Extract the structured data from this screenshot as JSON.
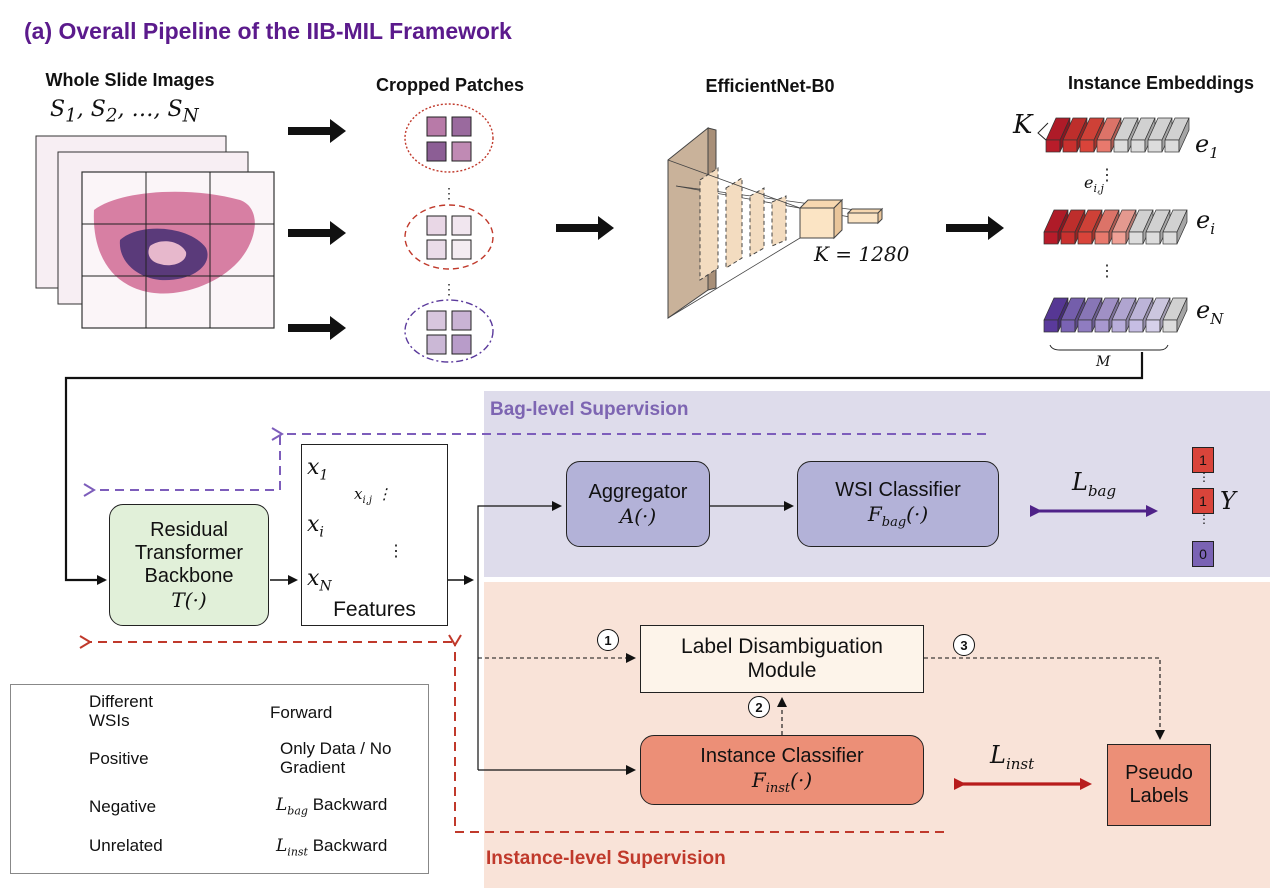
{
  "title": "(a) Overall Pipeline of the IIB-MIL Framework",
  "top_row": {
    "wsi_header": "Whole Slide Images",
    "wsi_math": "S1, S2, …, SN",
    "patches_header": "Cropped Patches",
    "net_header": "EfficientNet-B0",
    "net_k": "K = 1280",
    "emb_header": "Instance Embeddings",
    "emb_k": "K",
    "emb_m": "M",
    "emb_e1": "e1",
    "emb_ei": "ei",
    "emb_eN": "eN",
    "emb_eij": "ei,j"
  },
  "regions": {
    "bag_title": "Bag-level Supervision",
    "inst_title": "Instance-level Supervision"
  },
  "modules": {
    "rtb_line1": "Residual",
    "rtb_line2": "Transformer",
    "rtb_line3": "Backbone",
    "rtb_math": "T(·)",
    "features_label": "Features",
    "feat_x1": "x1",
    "feat_xi": "xi",
    "feat_xN": "xN",
    "feat_xij": "xi,j",
    "agg_label": "Aggregator",
    "agg_math": "A(·)",
    "wsi_label": "WSI Classifier",
    "wsi_math": "Fbag(·)",
    "ldm_line1": "Label Disambiguation",
    "ldm_line2": "Module",
    "icl_label": "Instance Classifier",
    "icl_math": "Finst(·)",
    "pseudo_line1": "Pseudo",
    "pseudo_line2": "Labels",
    "l_bag": "Lbag",
    "l_inst": "Linst",
    "y_label": "Y",
    "y_values": [
      "1",
      "1",
      "0"
    ],
    "steps": [
      "1",
      "2",
      "3"
    ]
  },
  "legend": {
    "different": "Different",
    "wsis": "WSIs",
    "positive": "Positive",
    "negative": "Negative",
    "unrelated": "Unrelated",
    "forward": "Forward",
    "only_data": "Only Data / No",
    "gradient": "Gradient",
    "lbag_backward": "Backward",
    "linst_backward": "Backward",
    "lbag_sym": "Lbag",
    "linst_sym": "Linst"
  },
  "colors": {
    "title": "#5b1a8c",
    "bag_bg": "#dedceb",
    "inst_bg": "#f9e3d8",
    "positive": "#d9443a",
    "negative": "#7a63b4",
    "unrelated": "#cfcfcf",
    "bag_arrow": "#7d5dbb",
    "inst_arrow": "#c0392b"
  }
}
